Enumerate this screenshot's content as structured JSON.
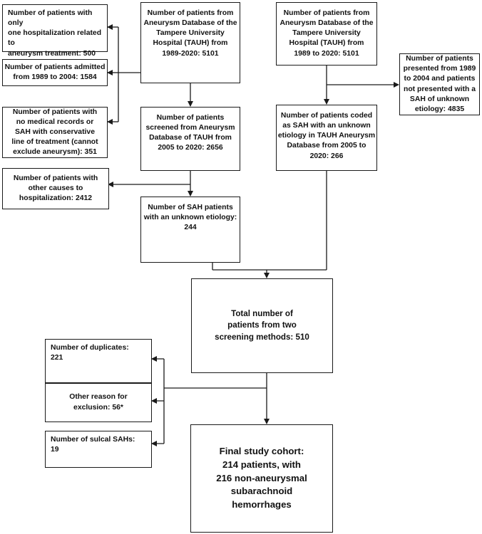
{
  "flowchart": {
    "left_source": "Number of patients from\nAneurysm Database of the\nTampere University\nHospital (TAUH) from\n1989-2020: 5101",
    "right_source": "Number of patients from\nAneurysm Database of the\nTampere University\nHospital (TAUH) from\n1989 to 2020: 5101",
    "excl_one_hosp": "Number of patients with only\none hospitalization related to\naneurysm treatment: 500",
    "excl_1989_2004": "Number of patients admitted\nfrom 1989 to 2004: 1584",
    "excl_no_records": "Number of patients with\nno medical records or\nSAH with conservative\nline of treatment (cannot\nexclude aneurysm): 351",
    "screened_left": "Number of patients\nscreened from Aneurysm\nDatabase of TAUH from\n2005 to 2020: 2656",
    "excl_right_1989_2004": "Number of patients\npresented from 1989\nto 2004 and patients\nnot presented with a\nSAH of unknown\netiology: 4835",
    "coded_right": "Number of patients coded\nas SAH with an unknown\netiology in TAUH Aneurysm\nDatabase from 2005 to\n2020: 266",
    "excl_other_causes": "Number of patients with\nother causes to\nhospitalization: 2412",
    "sah_unknown": "Number of SAH patients\nwith an unknown etiology:\n244",
    "total": "Total number of\npatients from two\nscreening methods: 510",
    "excl_duplicates": "Number of duplicates:\n221",
    "excl_other_reason": "Other reason for\nexclusion: 56*",
    "excl_sulcal": "Number of sulcal SAHs:\n19",
    "final": "Final study cohort:\n214 patients, with\n216 non-aneurysmal\nsubarachnoid\nhemorrhages"
  }
}
